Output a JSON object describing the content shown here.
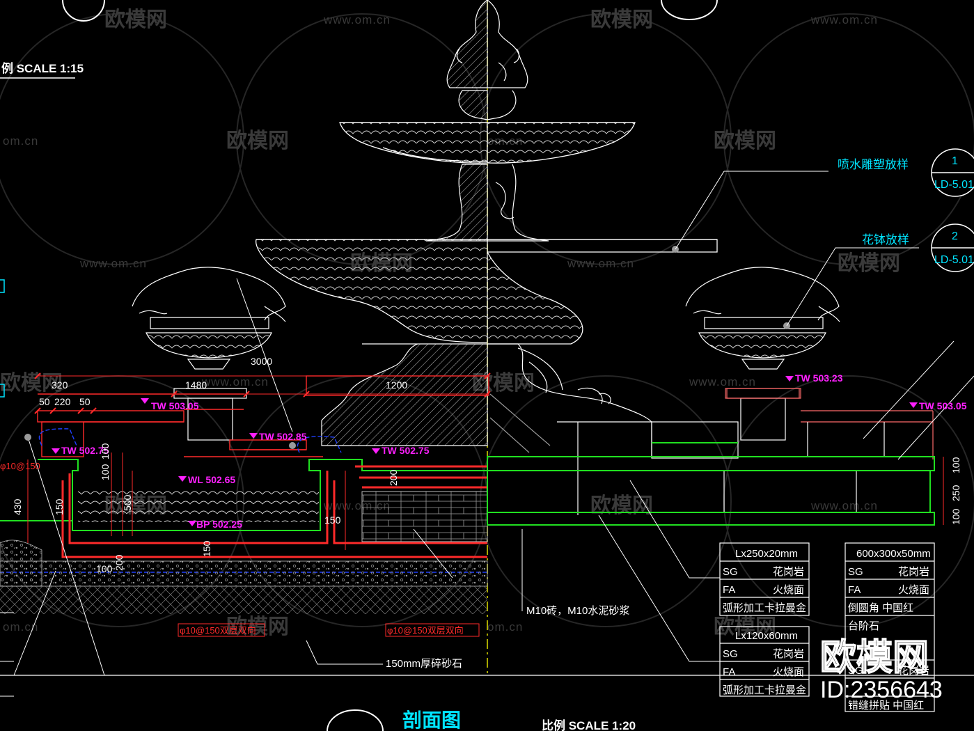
{
  "watermark": {
    "brand": "欧模网",
    "url": "www.om.cn",
    "url_short": "om.cn",
    "id_brand": "欧模网",
    "id_text": "ID:2356643"
  },
  "drawing": {
    "top_scale": "例 SCALE 1:15",
    "title": "剖面图",
    "bottom_scale": "比例 SCALE 1:20"
  },
  "callouts": {
    "sculpture": {
      "text": "喷水雕塑放样",
      "num": "1",
      "ref": "LD-5.01."
    },
    "planter": {
      "text": "花钵放样",
      "num": "2",
      "ref": "LD-5.01."
    }
  },
  "elevations": {
    "tw_left_top": "TW 503.05",
    "tw_left_mid": "TW 502.75",
    "tw_inner": "TW 502.85",
    "tw_right_mid": "TW 502.75",
    "wl": "WL 502.65",
    "bp": "BP 502.25",
    "tw_right_planter": "TW 503.23",
    "tw_right_wall": "TW 503.05"
  },
  "dimensions": {
    "d3000": "3000",
    "d320": "320",
    "d1480": "1480",
    "d1200": "1200",
    "d50a": "50",
    "d220": "220",
    "d50b": "50",
    "d100a": "100",
    "d100b": "100",
    "d200": "200",
    "d500": "500",
    "d430": "430",
    "d150a": "150",
    "d150b": "150",
    "d150c": "150",
    "d100c": "100",
    "d200b": "200",
    "r100": "100",
    "r250": "250",
    "r100b": "100"
  },
  "notes": {
    "rebar_left": "φ10@150双层双向",
    "rebar_right": "φ10@150双层双向",
    "rebar_side": "φ10@150",
    "brick": "M10砖，M10水泥砂浆",
    "gravel": "150mm厚碎砂石"
  },
  "table_left": {
    "header": "Lx250x20mm",
    "rows": [
      [
        "SG",
        "花岗岩"
      ],
      [
        "FA",
        "火烧面"
      ],
      [
        "",
        "弧形加工卡拉曼金"
      ]
    ]
  },
  "table_left2": {
    "header": "Lx120x60mm",
    "rows": [
      [
        "SG",
        "花岗岩"
      ],
      [
        "FA",
        "火烧面"
      ],
      [
        "",
        "弧形加工卡拉曼金"
      ]
    ]
  },
  "table_right": {
    "header": "600x300x50mm",
    "rows": [
      [
        "SG",
        "花岗岩"
      ],
      [
        "FA",
        "火烧面"
      ],
      [
        "",
        "倒圆角 中国红"
      ],
      [
        "",
        "台阶石"
      ],
      [
        "SG",
        "花岗岩"
      ],
      [
        "",
        "错缝拼贴 中国红"
      ]
    ]
  },
  "colors": {
    "background": "#000000",
    "line_white": "#ffffff",
    "line_red": "#ff2a2a",
    "line_green": "#20e020",
    "line_magenta": "#ff20ff",
    "line_cyan": "#00e5ff",
    "line_blue": "#2040ff",
    "line_yellow": "#e0e000"
  }
}
